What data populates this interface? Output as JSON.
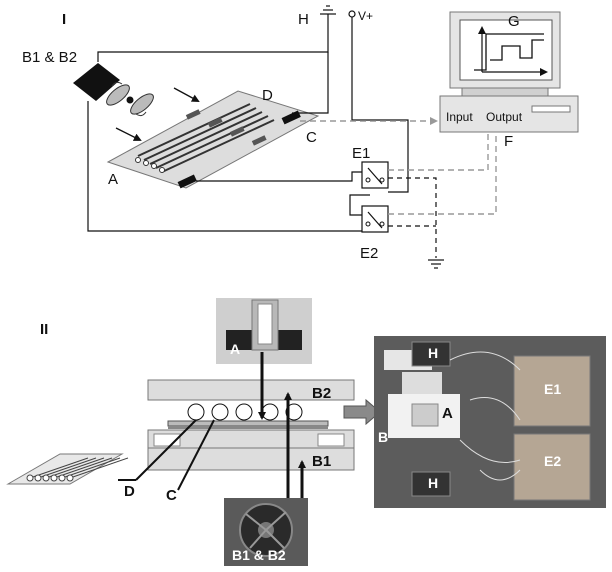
{
  "panel_1": {
    "panel_label": "I",
    "labels": {
      "b1_b2": "B1 & B2",
      "h": "H",
      "v_plus": "V+",
      "d": "D",
      "c": "C",
      "a": "A",
      "e1": "E1",
      "e2": "E2",
      "f": "F",
      "g": "G",
      "input": "Input",
      "output": "Output"
    }
  },
  "panel_2": {
    "panel_label": "II",
    "labels": {
      "a_photo": "A",
      "b2": "B2",
      "b1": "B1",
      "c": "C",
      "d": "D",
      "fan_photo": "B1 & B2",
      "photo_h_top": "H",
      "photo_h_bottom": "H",
      "photo_a": "A",
      "photo_b": "B",
      "photo_e1": "E1",
      "photo_e2": "E2"
    }
  },
  "colors": {
    "line": "#111111",
    "dashed": "#999999",
    "plate_fill": "#dddddd",
    "photo_bg": "#5c5c5c",
    "arrow_fill": "#8a8a8a"
  }
}
